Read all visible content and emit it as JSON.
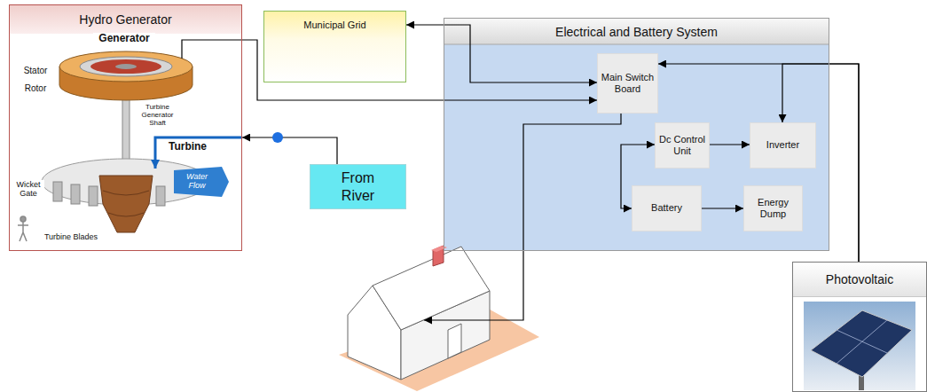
{
  "diagram": {
    "nodes": [
      {
        "text": [
          "Hydro Generator"
        ]
      },
      {
        "text": [
          "Municipal Grid"
        ]
      },
      {
        "text": [
          "Electrical and Battery System"
        ]
      },
      {
        "text": [
          "Main Switch Board"
        ],
        "in": 2
      },
      {
        "text": [
          "Dc Control Unit"
        ],
        "in": 2
      },
      {
        "text": [
          "Inverter"
        ],
        "in": 2
      },
      {
        "text": [
          "Battery"
        ],
        "in": 2
      },
      {
        "text": [
          "Energy Dump"
        ],
        "in": 2
      },
      {
        "text": [
          "From River"
        ]
      },
      {
        "text": [
          "Photovoltaic"
        ]
      }
    ],
    "edges": [
      {
        "from": 0,
        "to": 3,
        "arrow": "to"
      },
      {
        "from": 3,
        "to": 1,
        "arrow": "both"
      },
      {
        "from": 8,
        "to": 0,
        "arrow": "to"
      },
      {
        "from": 9,
        "to": 3,
        "arrow": "to"
      },
      {
        "from": 9,
        "to": 5,
        "arrow": "to"
      },
      {
        "from": 4,
        "to": 5,
        "arrow": "to"
      },
      {
        "from": 4,
        "to": 6,
        "arrow": "both"
      },
      {
        "from": 6,
        "to": 7,
        "arrow": "to"
      }
    ],
    "labels": [
      "Generator",
      "Stator",
      "Rotor",
      "Turbine Generator Shaft",
      "Turbine",
      "Water Flow",
      "Wicket Gate",
      "Turbine Blades"
    ]
  }
}
